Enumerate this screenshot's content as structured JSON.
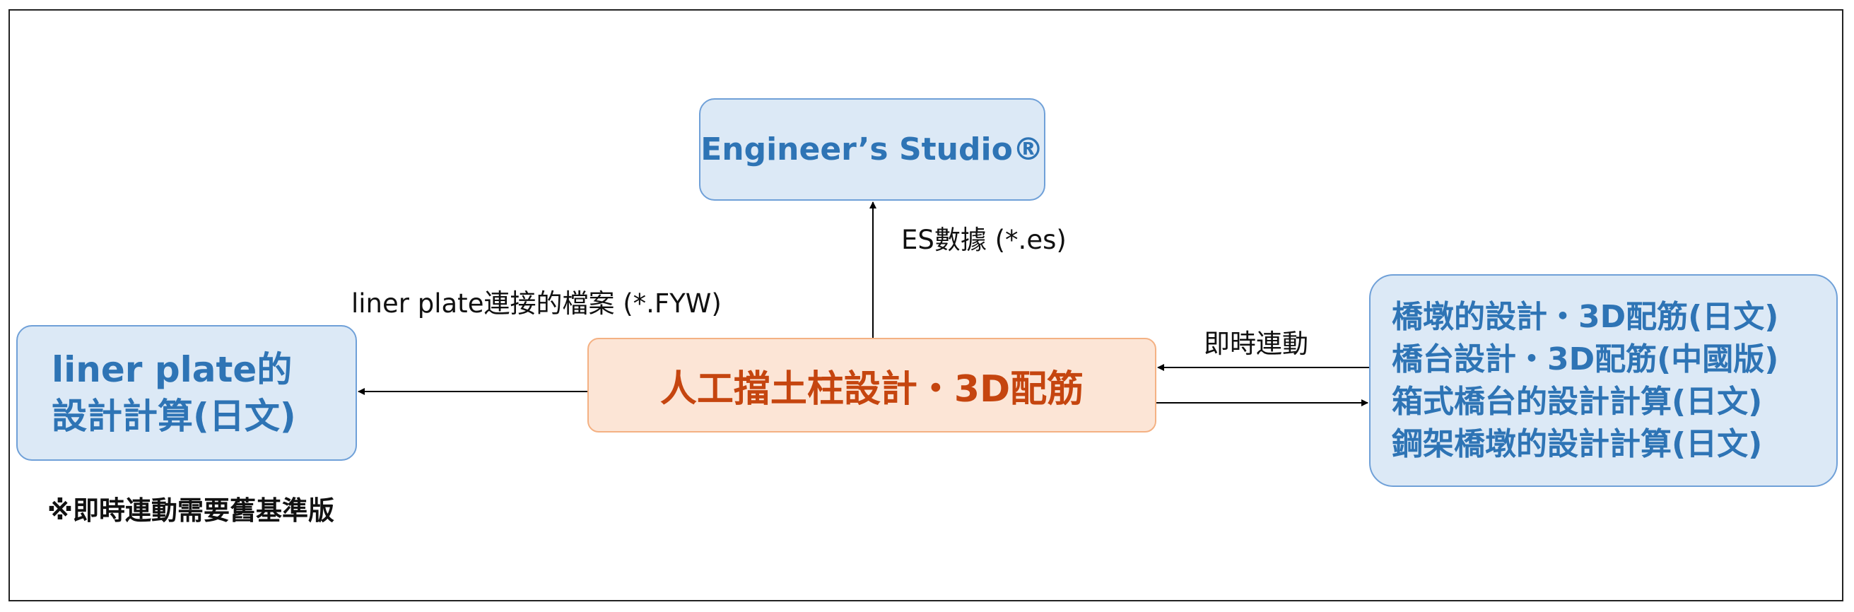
{
  "diagram": {
    "nodes": {
      "engineers_studio": "Engineer’s Studio®",
      "center": "人工擋土柱設計・3D配筋",
      "liner_plate": [
        "liner plate的",
        "設計計算(日文)"
      ],
      "related_products": [
        "橋墩的設計・3D配筋(日文)",
        "橋台設計・3D配筋(中國版)",
        "箱式橋台的設計計算(日文)",
        "鋼架橋墩的設計計算(日文)"
      ]
    },
    "edge_labels": {
      "to_engineers_studio": "ES數據 (*.es)",
      "to_liner_plate": "liner plate連接的檔案 (*.FYW)",
      "realtime_link": "即時連動"
    },
    "note": "※即時連動需要舊基準版"
  },
  "colors": {
    "blue_fill": "#dce9f6",
    "blue_border": "#6fa0d8",
    "blue_text": "#2e74b5",
    "orange_fill": "#fce5d6",
    "orange_border": "#f4b183",
    "orange_text": "#c5450f"
  }
}
